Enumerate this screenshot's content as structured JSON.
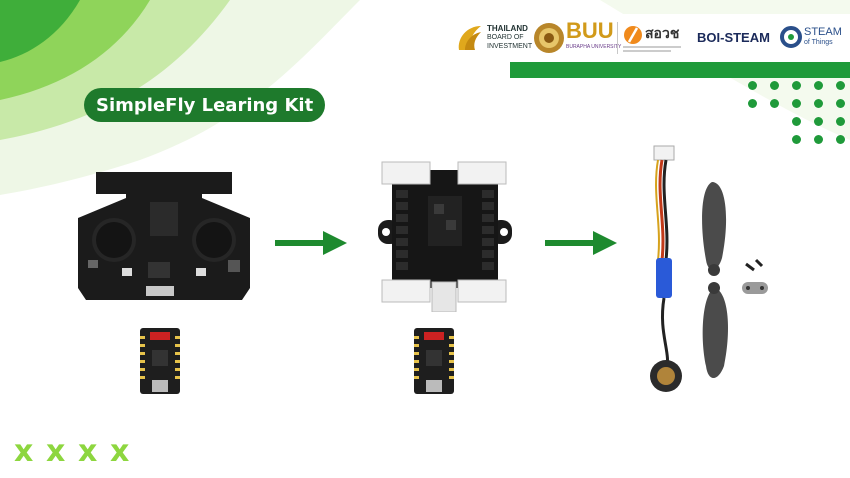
{
  "title": "SimpleFly Learing Kit",
  "logos": {
    "boi_line1": "THAILAND",
    "boi_line2": "BOARD OF",
    "boi_line3": "INVESTMENT",
    "buu_main": "BUU",
    "buu_sub": "BURAPHA UNIVERSITY",
    "sorwo": "สอวช",
    "boi_steam": "BOI-STEAM",
    "steam_line1": "STEAM",
    "steam_line2": "of Things"
  },
  "colors": {
    "accent_green": "#1f9a3a",
    "title_bg": "#1e7a2c",
    "light_green": "#8dd63f",
    "arrow_green": "#1e8a2f"
  },
  "decor_marks": [
    "x",
    "x",
    "x",
    "x"
  ]
}
